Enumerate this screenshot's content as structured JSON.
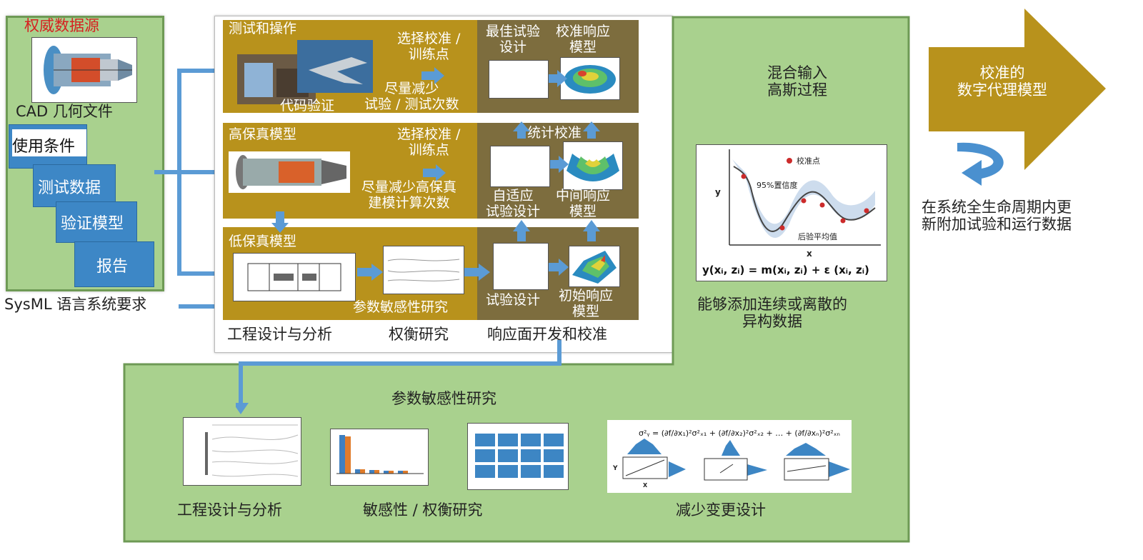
{
  "source": {
    "title": "权威数据源",
    "cad_caption": "CAD 几何文件",
    "docs": [
      "使用条件",
      "测试数据",
      "验证模型",
      "报告"
    ],
    "sysml": "SysML 语言系统要求"
  },
  "rows": {
    "test": {
      "title": "测试和操作",
      "code_verify": "代码验证",
      "select_points": "选择校准 /\n训练点",
      "reduce": "尽量减少\n试验 / 测试次数"
    },
    "hifi": {
      "title": "高保真模型",
      "select_points": "选择校准 /\n训练点",
      "reduce": "尽量减少高保真\n建模计算次数"
    },
    "lofi": {
      "title": "低保真模型",
      "param_study": "参数敏感性研究"
    }
  },
  "response": {
    "best_design": "最佳试验\n设计",
    "calibrated_model": "校准响应\n模型",
    "stat_calib": "统计校准",
    "adaptive": "自适应\n试验设计",
    "intermediate": "中间响应\n模型",
    "doe": "试验设计",
    "initial": "初始响应\n模型"
  },
  "bottom_labels": [
    "工程设计与分析",
    "权衡研究",
    "响应面开发和校准"
  ],
  "gp": {
    "title": "混合输入\n高斯过程",
    "legend": "校准点",
    "ci": "95%置信度",
    "mean": "后验平均值",
    "y_axis": "y",
    "x_axis": "x",
    "formula": "y(xᵢ, zᵢ) = m(xᵢ, zᵢ) + ε (xᵢ, zᵢ)",
    "caption": "能够添加连续或离散的\n异构数据"
  },
  "sensitivity": {
    "title": "参数敏感性研究",
    "labels": [
      "工程设计与分析",
      "敏感性 / 权衡研究",
      "减少变更设计"
    ],
    "formula": "σ²ᵧ = (∂f/∂x₁)²σ²ₓ₁ + (∂f/∂x₂)²σ²ₓ₂ + … + (∂f/∂xₙ)²σ²ₓₙ",
    "y_axis": "Y",
    "x_axis": "X"
  },
  "result": {
    "arrow_text": "校准的\n数字代理模型",
    "lifecycle": "在系统全生命周期内更\n新附加试验和运行数据"
  },
  "colors": {
    "green": "#a9d18e",
    "gold": "#b8921c",
    "dark_gold": "#7d6d3e",
    "blue": "#5b9bd5",
    "doc_blue": "#3d87c6",
    "red_title": "#d62020"
  }
}
